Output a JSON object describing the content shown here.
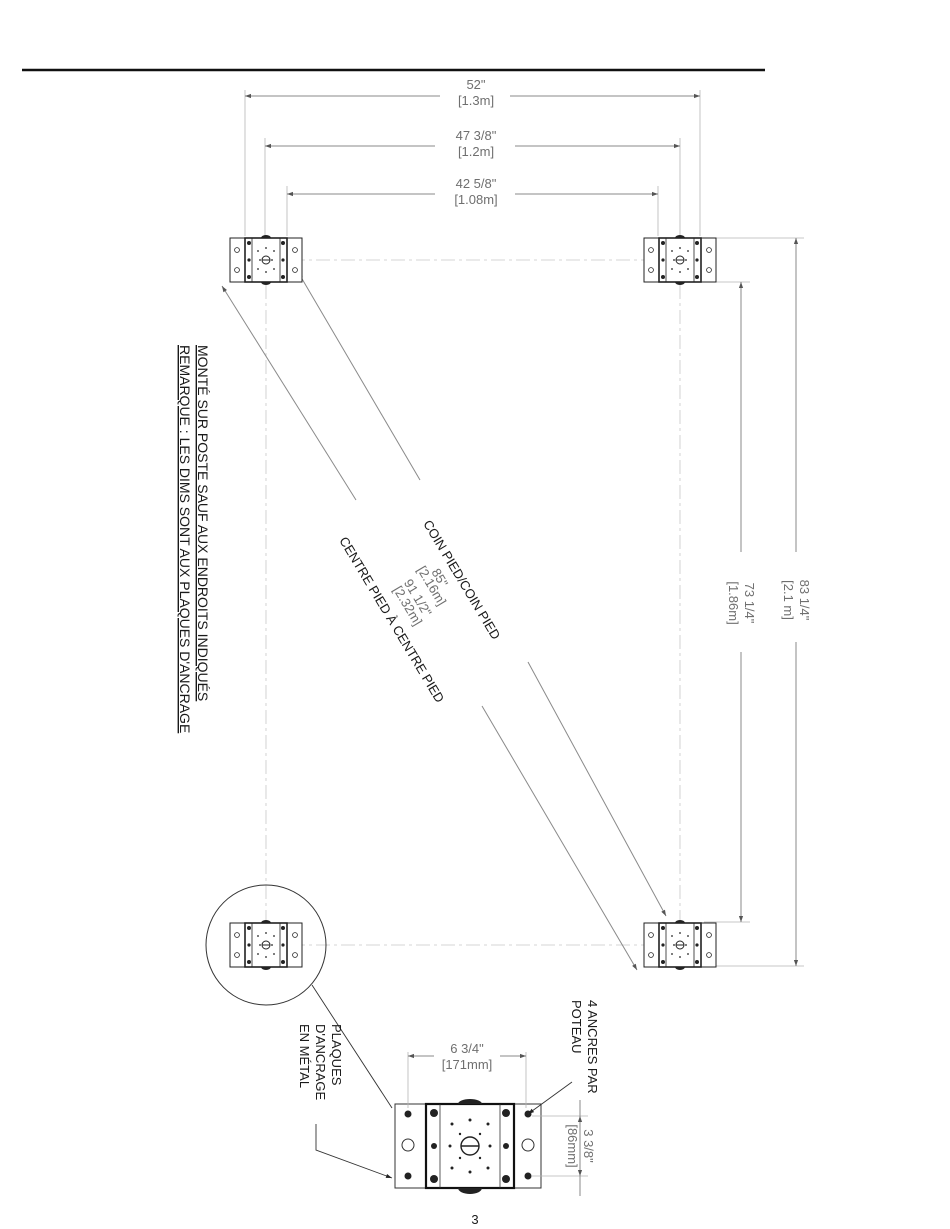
{
  "dimensions": {
    "width_outer": {
      "imperial": "52\"",
      "metric": "[1.3m]"
    },
    "width_mid": {
      "imperial": "47 3/8\"",
      "metric": "[1.2m]"
    },
    "width_inner": {
      "imperial": "42 5/8\"",
      "metric": "[1.08m]"
    },
    "length_outer": {
      "imperial": "83 1/4\"",
      "metric": "[2.1 m]"
    },
    "length_inner": {
      "imperial": "73 1/4\"",
      "metric": "[1.86m]"
    },
    "diag_corner": {
      "imperial": "85\"",
      "metric": "[2.16m]",
      "label": "COIN PIED/COIN PIED"
    },
    "diag_center": {
      "imperial": "91 1/2\"",
      "metric": "[2.32m]",
      "label": "CENTRE PIED À CENTRE PIED"
    },
    "plate_width": {
      "imperial": "6 3/4\"",
      "metric": "[171mm]"
    },
    "plate_height": {
      "imperial": "3 3/8\"",
      "metric": "[86mm]"
    }
  },
  "notes": {
    "line1": "REMARQUE : LES DIMS SONT AUX PLAQUES D'ANCRAGE",
    "line2": "MONTÉ SUR POSTE SAUF AUX ENDROITS INDIQUÉS"
  },
  "callouts": {
    "anchors_line1": "4 ANCRES PAR",
    "anchors_line2": "POTEAU",
    "plates_line1": "PLAQUES",
    "plates_line2": "D'ANCRAGE",
    "plates_line3": "EN MÉTAL"
  },
  "page_number": "3"
}
